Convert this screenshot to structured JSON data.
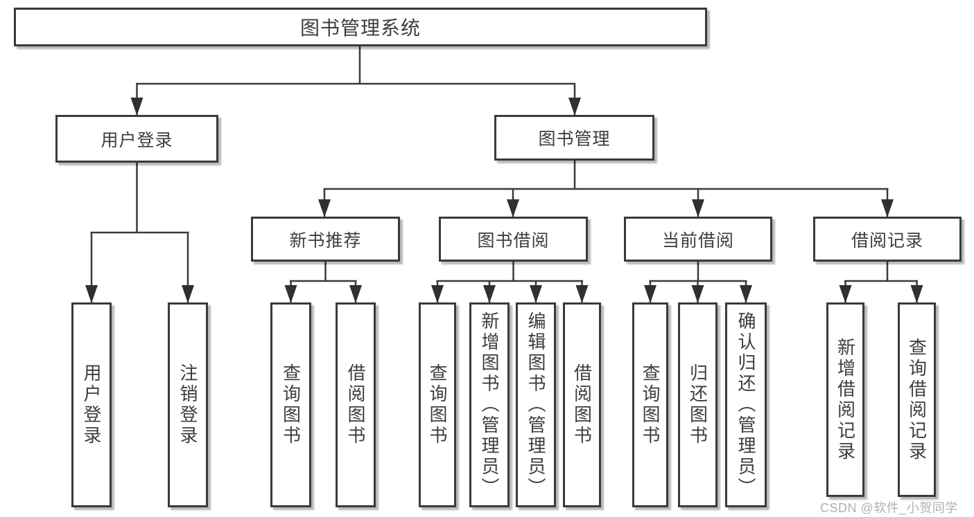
{
  "diagram": {
    "root": {
      "label": "图书管理系统"
    },
    "level2": [
      {
        "label": "用户登录"
      },
      {
        "label": "图书管理"
      }
    ],
    "level3": [
      {
        "label": "新书推荐"
      },
      {
        "label": "图书借阅"
      },
      {
        "label": "当前借阅"
      },
      {
        "label": "借阅记录"
      }
    ],
    "leaves": [
      {
        "label": "用户登录"
      },
      {
        "label": "注销登录"
      },
      {
        "label": "查询图书"
      },
      {
        "label": "借阅图书"
      },
      {
        "label": "查询图书"
      },
      {
        "label": "新增图书（管理员）"
      },
      {
        "label": "编辑图书（管理员）"
      },
      {
        "label": "借阅图书"
      },
      {
        "label": "查询图书"
      },
      {
        "label": "归还图书"
      },
      {
        "label": "确认归还（管理员）"
      },
      {
        "label": "新增借阅记录"
      },
      {
        "label": "查询借阅记录"
      }
    ],
    "watermark": "CSDN @软件_小贺同学"
  },
  "colors": {
    "box_border": "#3a3a3a",
    "text": "#3d3d3d",
    "line": "#3a3a3a",
    "watermark": "#a5a9af",
    "background": "#ffffff"
  }
}
